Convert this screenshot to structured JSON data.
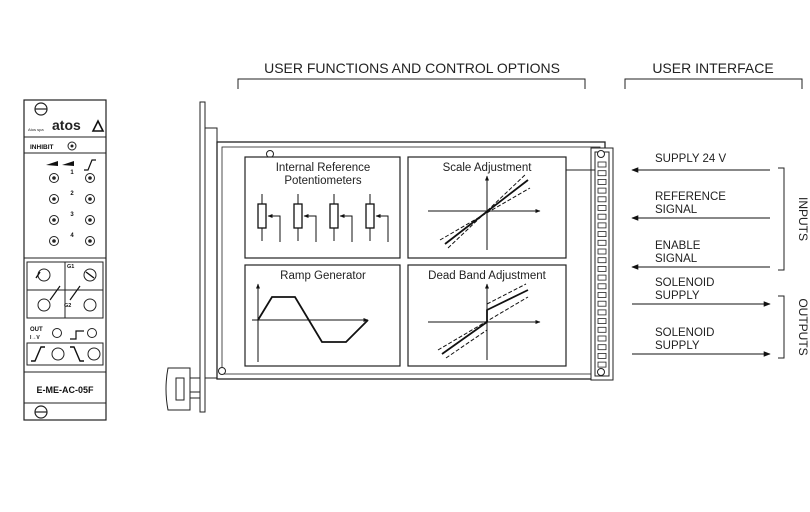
{
  "headers": {
    "user_functions": "USER FUNCTIONS AND CONTROL OPTIONS",
    "user_interface": "USER INTERFACE"
  },
  "front_panel": {
    "brand": "atos",
    "brand_small": "Atos spa",
    "inhibit": "INHIBIT",
    "pot_numbers": [
      "1",
      "2",
      "3",
      "4"
    ],
    "g1": "G1",
    "g2": "G2",
    "out_label": "OUT",
    "out_sub": "I→V",
    "model": "E-ME-AC-05F"
  },
  "functions": {
    "internal_ref_line1": "Internal Reference",
    "internal_ref_line2": "Potentiometers",
    "scale": "Scale Adjustment",
    "ramp": "Ramp Generator",
    "deadband": "Dead Band Adjustment"
  },
  "interface": {
    "supply24": "SUPPLY 24 V",
    "reference1": "REFERENCE",
    "reference2": "SIGNAL",
    "enable1": "ENABLE",
    "enable2": "SIGNAL",
    "solenoid_a1": "SOLENOID",
    "solenoid_a2": "SUPPLY",
    "solenoid_b1": "SOLENOID",
    "solenoid_b2": "SUPPLY",
    "inputs": "INPUTS",
    "outputs": "OUTPUTS"
  }
}
